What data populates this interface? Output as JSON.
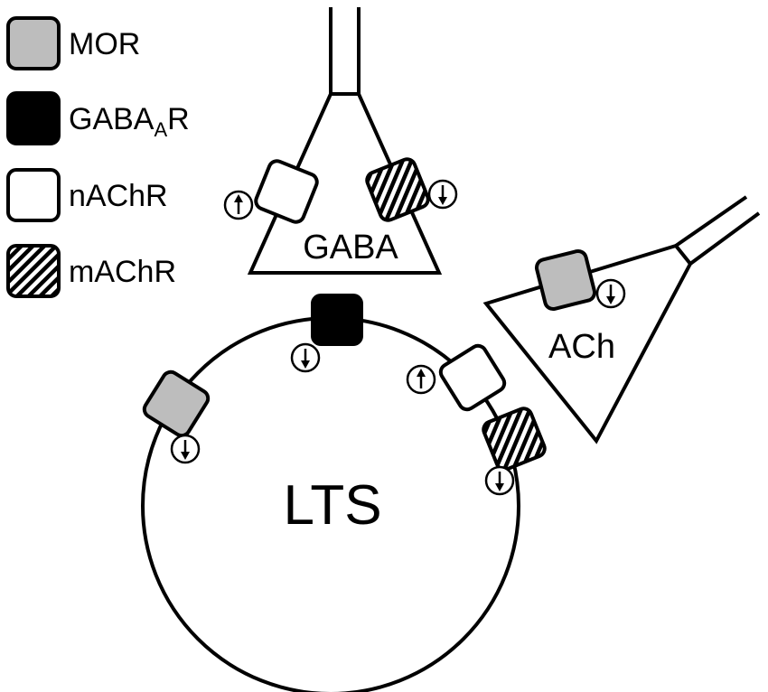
{
  "legend": {
    "mor": {
      "label": "MOR",
      "fill": "#bdbdbd"
    },
    "gabaa": {
      "label_main": "GABA",
      "label_sub": "A",
      "label_end": "R",
      "fill": "#000000"
    },
    "nachr": {
      "label": "nAChR",
      "fill": "#ffffff"
    },
    "machr": {
      "label": "mAChR",
      "fill": "hatched"
    }
  },
  "cells": {
    "gaba_terminal": {
      "label": "GABA"
    },
    "ach_terminal": {
      "label": "ACh"
    },
    "lts_cell": {
      "label": "LTS"
    }
  },
  "receptors": [
    {
      "id": "gaba-nachr",
      "type": "nAChR",
      "on": "GABA",
      "arrow": "up"
    },
    {
      "id": "gaba-machr",
      "type": "mAChR",
      "on": "GABA",
      "arrow": "down"
    },
    {
      "id": "ach-mor",
      "type": "MOR",
      "on": "ACh",
      "arrow": "down"
    },
    {
      "id": "lts-gabaa",
      "type": "GABA_A R",
      "on": "LTS",
      "arrow": "down"
    },
    {
      "id": "lts-mor",
      "type": "MOR",
      "on": "LTS",
      "arrow": "down"
    },
    {
      "id": "lts-nachr",
      "type": "nAChR",
      "on": "LTS",
      "arrow": "up"
    },
    {
      "id": "lts-machr",
      "type": "mAChR",
      "on": "LTS",
      "arrow": "down"
    }
  ]
}
